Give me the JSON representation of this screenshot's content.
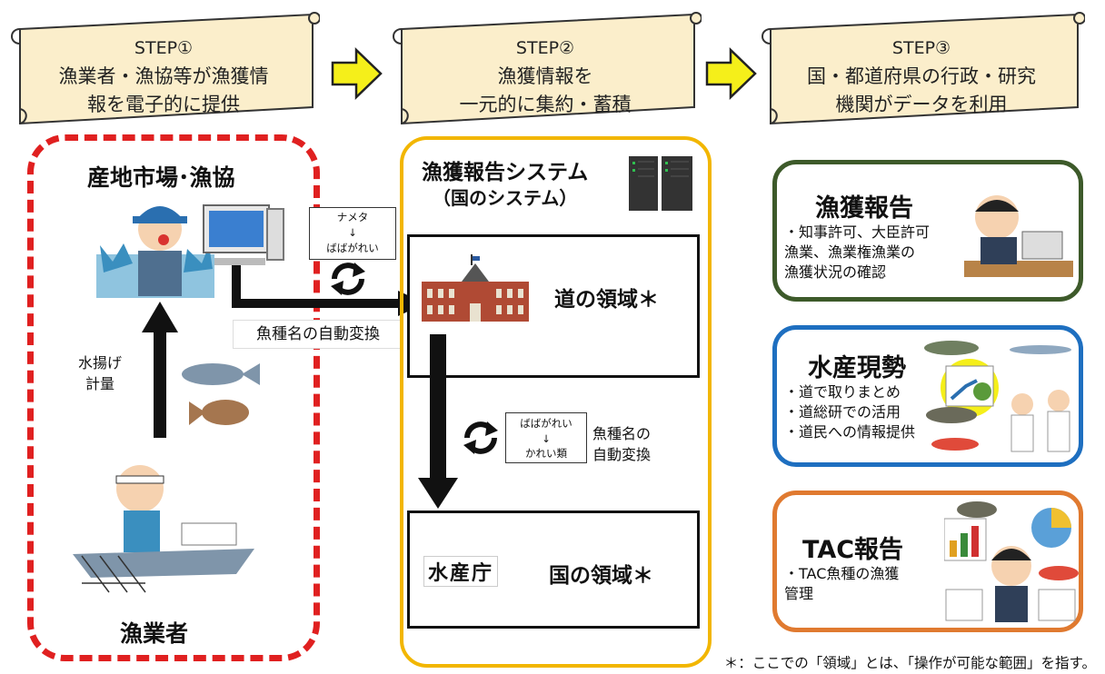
{
  "steps": [
    {
      "step": "STEP①",
      "line1": "漁業者・漁協等が漁獲情",
      "line2": "報を電子的に提供"
    },
    {
      "step": "STEP②",
      "line1": "漁獲情報を",
      "line2": "一元的に集約・蓄積"
    },
    {
      "step": "STEP③",
      "line1": "国・都道府県の行政・研究",
      "line2": "機関がデータを利用"
    }
  ],
  "left": {
    "market_title": "産地市場･漁協",
    "landing_label_1": "水揚げ",
    "landing_label_2": "計量",
    "fisher_title": "漁業者"
  },
  "conversion1": {
    "from": "ナメタ",
    "arrow": "↓",
    "to": "ばばがれい",
    "label": "魚種名の自動変換"
  },
  "system": {
    "title": "漁獲報告システム",
    "subtitle": "（国のシステム）",
    "domain_pref": "道の領域＊",
    "domain_nation": "国の領域＊",
    "agency_logo": "水産庁"
  },
  "conversion2": {
    "from": "ばばがれい",
    "arrow": "↓",
    "to": "かれい類",
    "label_1": "魚種名の",
    "label_2": "自動変換"
  },
  "cards": [
    {
      "title": "漁獲報告",
      "body": "・知事許可、大臣許可\n漁業、漁業権漁業の\n漁獲状況の確認",
      "color": "#3d5a2a"
    },
    {
      "title": "水産現勢",
      "body": "・道で取りまとめ\n・道総研での活用\n・道民への情報提供",
      "color": "#1e6fc0"
    },
    {
      "title": "TAC報告",
      "body": "・TAC魚種の漁獲\n管理",
      "color": "#e07a30"
    }
  ],
  "footnote": "＊：ここでの「領域」とは、「操作が可能な範囲」を指す。"
}
